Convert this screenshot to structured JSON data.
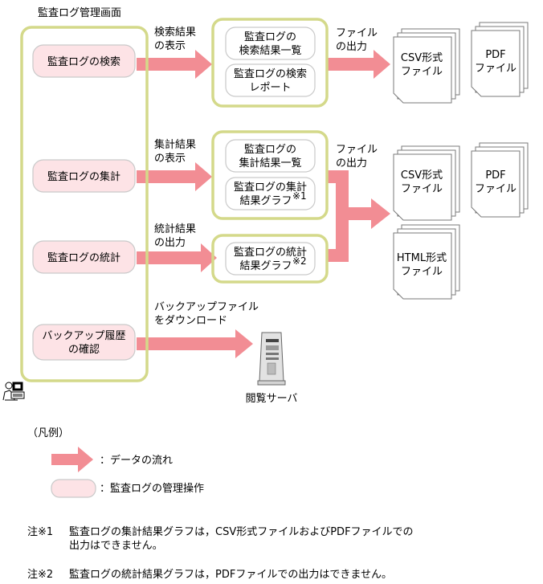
{
  "main_title": "監査ログ管理画面",
  "operations": {
    "search": "監査ログの検索",
    "aggregate": "監査ログの集計",
    "statistics": "監査ログの統計",
    "backup": [
      "バックアップ履歴",
      "の確認"
    ]
  },
  "flow_labels": {
    "search_result": [
      "検索結果",
      "の表示"
    ],
    "aggregate_result": [
      "集計結果",
      "の表示"
    ],
    "statistics_result": [
      "統計結果",
      "の出力"
    ],
    "file_output_1": [
      "ファイル",
      "の出力"
    ],
    "file_output_2": [
      "ファイル",
      "の出力"
    ],
    "backup_download": [
      "バックアップファイル",
      "をダウンロード"
    ]
  },
  "screens": {
    "search_list": [
      "監査ログの",
      "検索結果一覧"
    ],
    "search_report": [
      "監査ログの検索",
      "レポート"
    ],
    "aggregate_list": [
      "監査ログの",
      "集計結果一覧"
    ],
    "aggregate_graph": [
      "監査ログの集計",
      "結果グラフ"
    ],
    "aggregate_graph_note": "※1",
    "statistics_graph": [
      "監査ログの統計",
      "結果グラフ"
    ],
    "statistics_graph_note": "※2"
  },
  "files": {
    "csv_1": [
      "CSV形式",
      "ファイル"
    ],
    "pdf_1": [
      "PDF",
      "ファイル"
    ],
    "csv_2": [
      "CSV形式",
      "ファイル"
    ],
    "pdf_2": [
      "PDF",
      "ファイル"
    ],
    "html": [
      "HTML形式",
      "ファイル"
    ]
  },
  "server_label": "閲覧サーバ",
  "legend": {
    "title": "（凡例）",
    "arrow_desc": "：データの流れ",
    "op_desc": "：監査ログの管理操作"
  },
  "notes": [
    {
      "mark": "注※1",
      "lines": [
        "監査ログの集計結果グラフは，CSV形式ファイルおよびPDFファイルでの",
        "出力はできません。"
      ]
    },
    {
      "mark": "注※2",
      "lines": [
        "監査ログの統計結果グラフは，PDFファイルでの出力はできません。"
      ]
    }
  ],
  "colors": {
    "operation_fill": "#fde3e6",
    "frame": "#d4d98a",
    "arrow": "#f28d94"
  }
}
